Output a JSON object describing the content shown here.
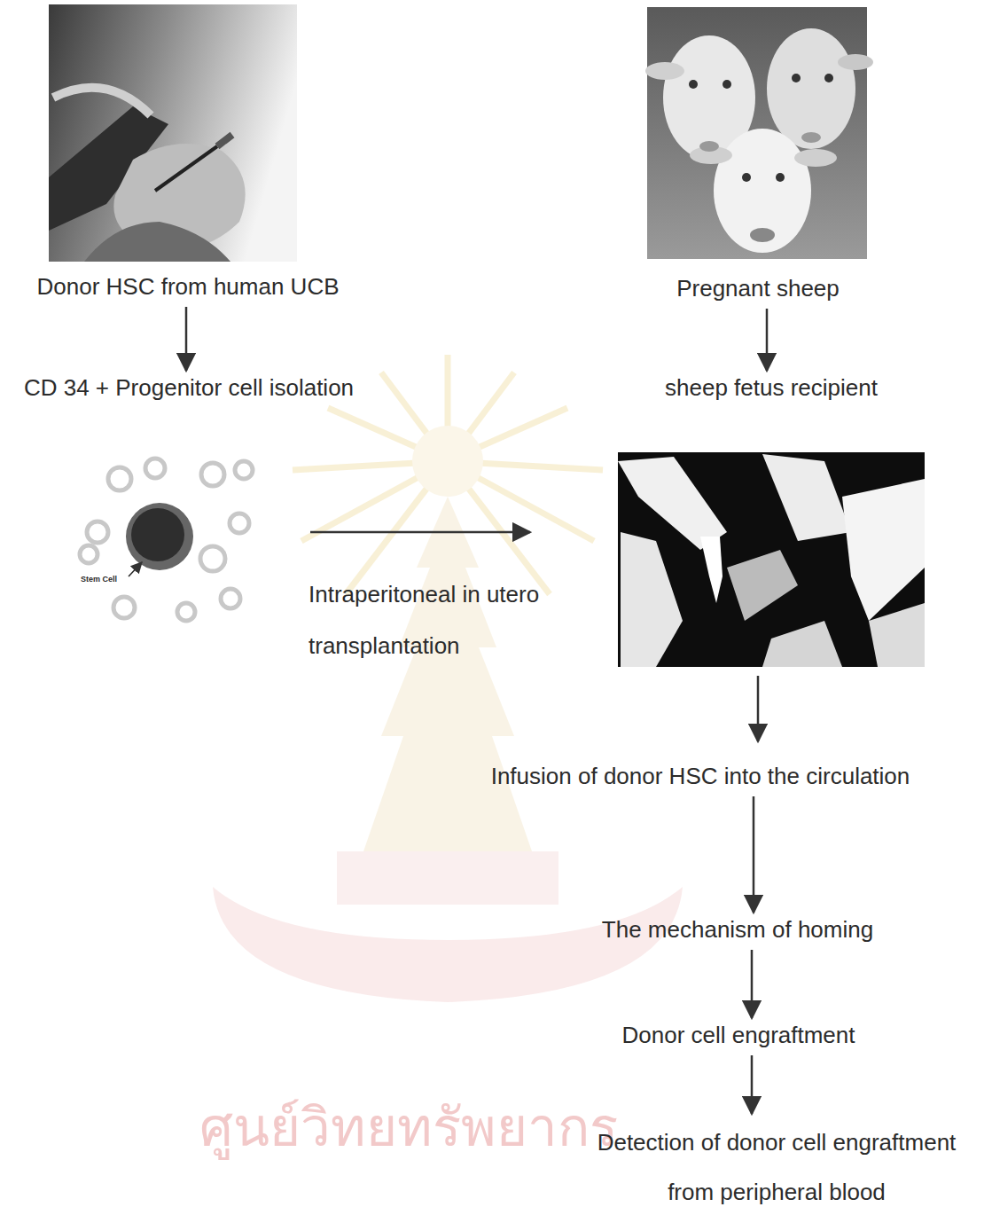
{
  "diagram": {
    "nodes": [
      {
        "text": [
          "Donor HSC from human UCB"
        ]
      },
      {
        "text": [
          "CD 34 + Progenitor cell isolation"
        ]
      },
      {
        "text": [
          "Stem Cell"
        ]
      },
      {
        "text": [
          "Pregnant sheep"
        ]
      },
      {
        "text": [
          "sheep fetus recipient"
        ]
      },
      {
        "text": [
          "Infusion of donor HSC into the circulation"
        ]
      },
      {
        "text": [
          "The mechanism of homing"
        ]
      },
      {
        "text": [
          "Donor cell engraftment"
        ]
      },
      {
        "text": [
          "Detection of donor cell engraftment from peripheral blood"
        ]
      }
    ],
    "edges": [
      {
        "from": 0,
        "to": 1,
        "arrow": "to"
      },
      {
        "from": 3,
        "to": 4,
        "arrow": "to"
      },
      {
        "from": 5,
        "to": 6,
        "arrow": "to"
      },
      {
        "from": 6,
        "to": 7,
        "arrow": "to"
      },
      {
        "from": 7,
        "to": 8,
        "arrow": "to"
      }
    ],
    "labels": [
      "Intraperitoneal in utero transplantation",
      "ศูนย์วิทยทรัพยากร"
    ]
  }
}
